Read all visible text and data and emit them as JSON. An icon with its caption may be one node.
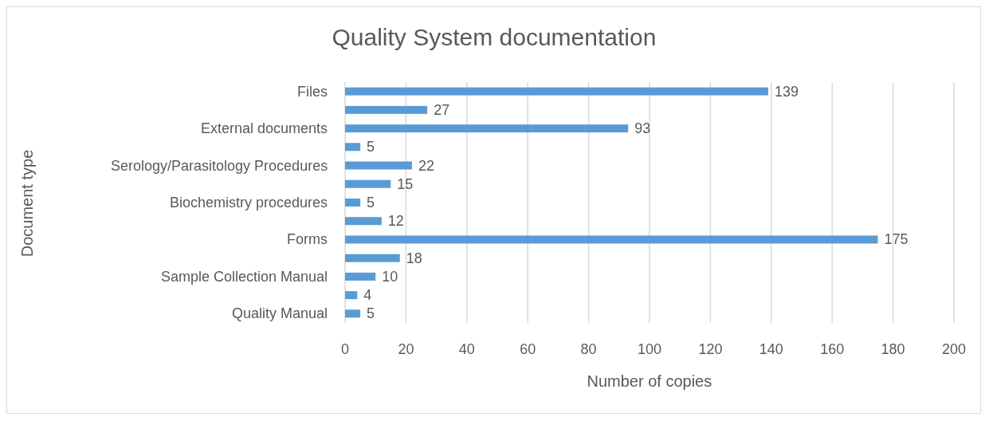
{
  "diagram": {
    "chart_data": {
      "type": "bar",
      "orientation": "horizontal",
      "title": "Quality System documentation",
      "xlabel": "Number of copies",
      "ylabel": "Document type",
      "categories": [
        "Files",
        null,
        "External documents",
        null,
        "Serology/Parasitology Procedures",
        null,
        "Biochemistry procedures",
        null,
        "Forms",
        null,
        "Sample Collection Manual",
        null,
        "Quality Manual"
      ],
      "series": [
        {
          "color": "#5b9bd5",
          "values": [
            139,
            27,
            93,
            5,
            22,
            15,
            5,
            12,
            175,
            18,
            10,
            4,
            5
          ]
        }
      ],
      "xlim": [
        0,
        200
      ],
      "xticks": [
        0,
        20,
        40,
        60,
        80,
        100,
        120,
        140,
        160,
        180,
        200
      ],
      "grid": true,
      "data_labels": true
    }
  }
}
